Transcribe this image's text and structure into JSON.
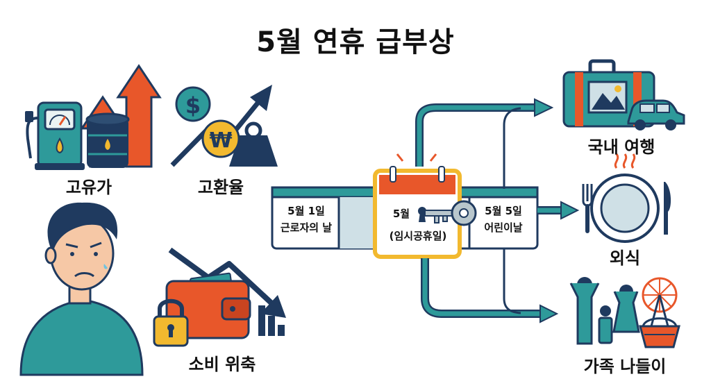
{
  "title": "5월 연휴 급부상",
  "left": {
    "oil_label": "고유가",
    "fx_label": "고환율",
    "spend_label": "소비 위축",
    "dollar_symbol": "$",
    "won_symbol": "₩"
  },
  "calendar": {
    "may1_line1": "5월 1일",
    "may1_line2": "근로자의 날",
    "may_center_line1": "5월",
    "may_center_line2": "(임시공휴일)",
    "may5_line1": "5월 5일",
    "may5_line2": "어린이날"
  },
  "right": {
    "travel_label": "국내 여행",
    "dining_label": "외식",
    "outing_label": "가족 나들이"
  },
  "colors": {
    "navy": "#1f3a5f",
    "teal": "#2e9a9a",
    "orange": "#e8572a",
    "yellow": "#f2b92f",
    "light_blue": "#cfe0e6",
    "skin": "#f6c8a6"
  }
}
